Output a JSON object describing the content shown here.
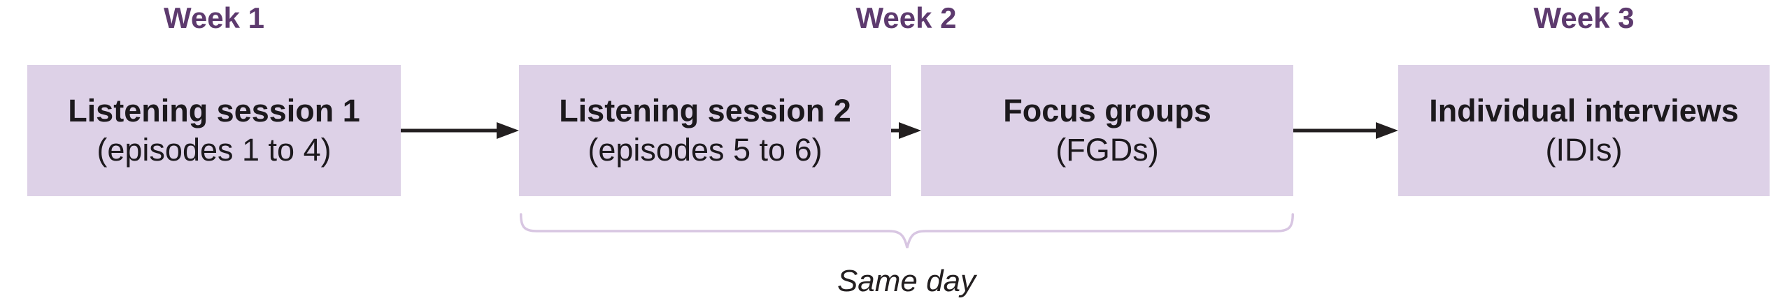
{
  "diagram": {
    "weeks": [
      {
        "label": "Week 1"
      },
      {
        "label": "Week 2"
      },
      {
        "label": "Week 3"
      }
    ],
    "boxes": [
      {
        "title": "Listening session 1",
        "subtitle": "(episodes 1 to 4)"
      },
      {
        "title": "Listening session 2",
        "subtitle": "(episodes 5 to 6)"
      },
      {
        "title": "Focus groups",
        "subtitle": "(FGDs)"
      },
      {
        "title": "Individual interviews",
        "subtitle": "(IDIs)"
      }
    ],
    "brace_label": "Same day",
    "colors": {
      "week_label_text": "#5d3a6e",
      "box_fill": "#ddd1e7",
      "box_text": "#1c191d",
      "arrow": "#231f20",
      "brace": "#d8c6e2"
    }
  }
}
